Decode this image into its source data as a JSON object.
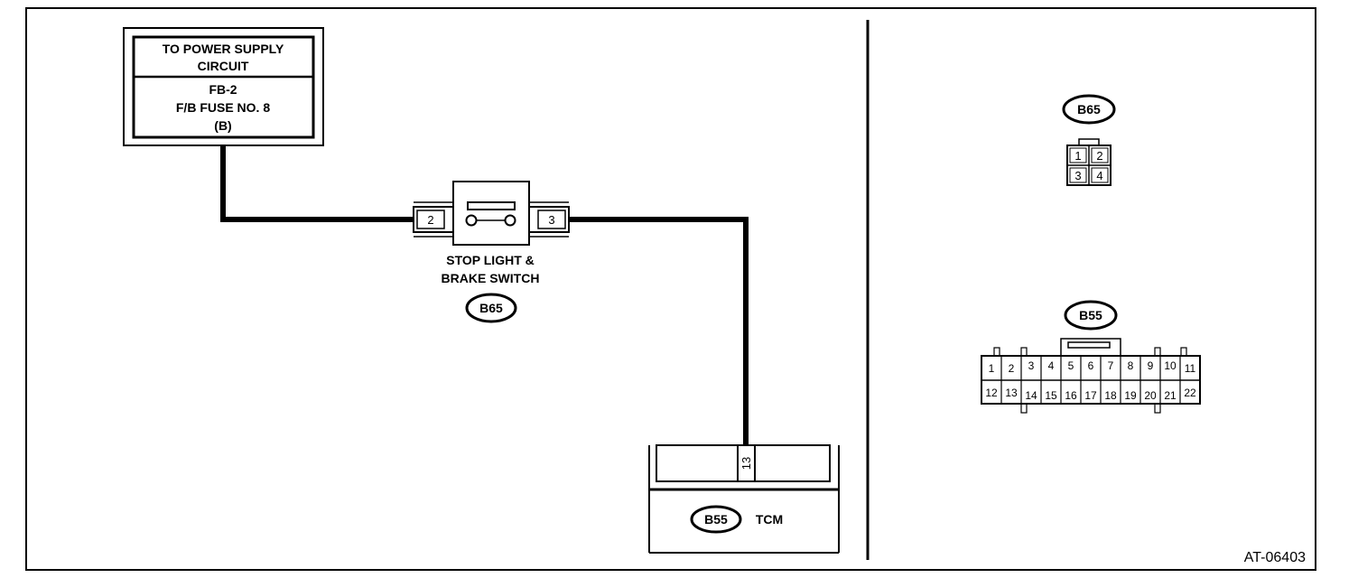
{
  "power_supply": {
    "title_line1": "TO POWER SUPPLY",
    "title_line2": "CIRCUIT",
    "fuse_line1": "FB-2",
    "fuse_line2": "F/B FUSE NO. 8",
    "fuse_line3": "(B)"
  },
  "stop_light_switch": {
    "label_line1": "STOP LIGHT &",
    "label_line2": "BRAKE SWITCH",
    "connector_id": "B65",
    "pin_left": "2",
    "pin_right": "3"
  },
  "tcm": {
    "connector_id": "B55",
    "name": "TCM",
    "pin": "13"
  },
  "b65_connector": {
    "id": "B65",
    "pins": [
      "1",
      "2",
      "3",
      "4"
    ]
  },
  "b55_connector": {
    "id": "B55",
    "row1": [
      "1",
      "2",
      "3",
      "4",
      "5",
      "6",
      "7",
      "8",
      "9",
      "10",
      "11"
    ],
    "row2": [
      "12",
      "13",
      "14",
      "15",
      "16",
      "17",
      "18",
      "19",
      "20",
      "21",
      "22"
    ]
  },
  "figure_id": "AT-06403"
}
